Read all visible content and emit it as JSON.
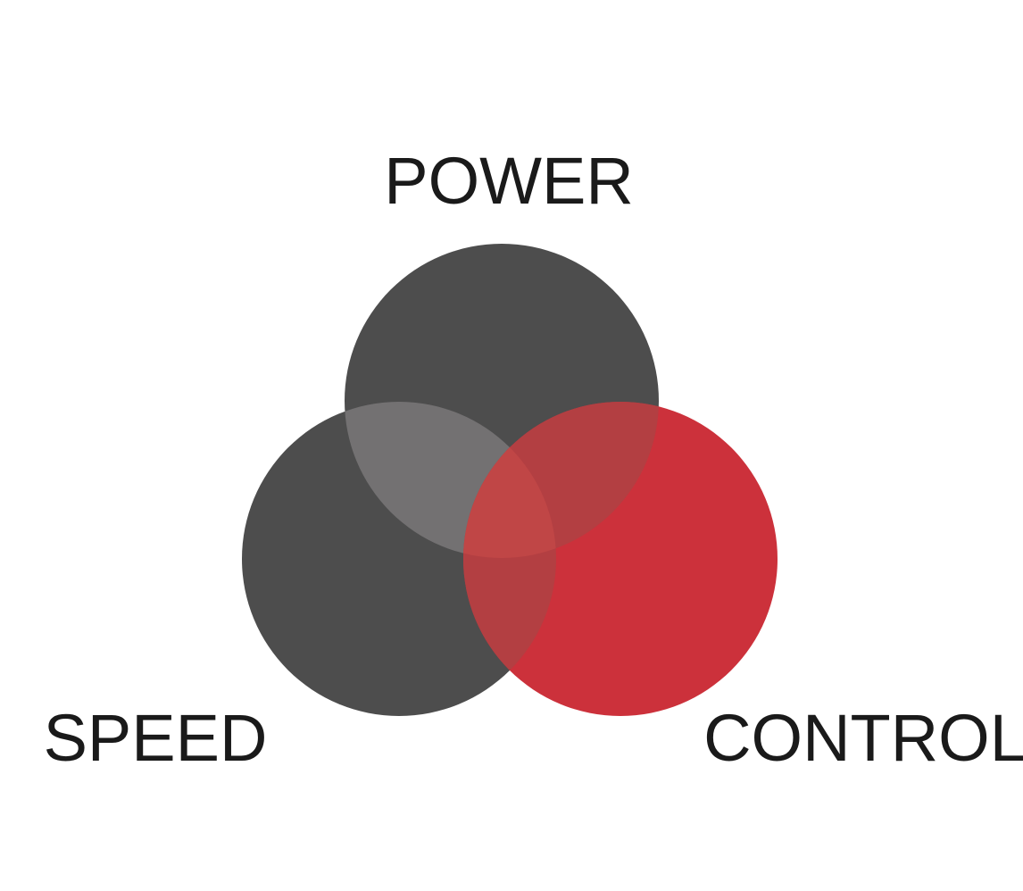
{
  "diagram": {
    "type": "venn",
    "sets": [
      {
        "id": "power",
        "label": "POWER",
        "color": "#4d4d4d"
      },
      {
        "id": "speed",
        "label": "SPEED",
        "color": "#4d4d4d"
      },
      {
        "id": "control",
        "label": "CONTROL",
        "color": "#cc313b"
      }
    ],
    "overlap_colors": {
      "power_speed": "#737172",
      "power_control": "#b33f42",
      "speed_control": "#b33f42",
      "all": "#c04646"
    }
  }
}
